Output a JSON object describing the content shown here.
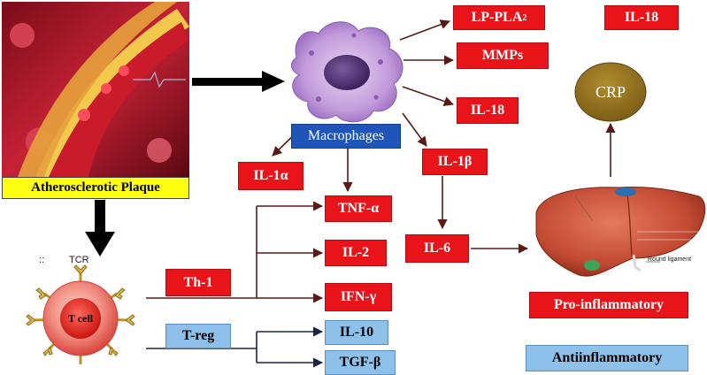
{
  "plaque": {
    "label": "Atherosclerotic Plaque"
  },
  "macrophage": {
    "label": "Macrophages"
  },
  "tcell": {
    "label": "T cell",
    "receptor_label": "TCR",
    "stray_mark": "::"
  },
  "liver": {
    "ligament_label": "Round ligament"
  },
  "crp": {
    "label": "CRP"
  },
  "mediators": {
    "lppla2": "LP-PLA",
    "lppla2_sub": "2",
    "il18_top": "IL-18",
    "mmps": "MMPs",
    "il18": "IL-18",
    "il1a": "IL-1α",
    "il1b": "IL-1β",
    "tnfa": "TNF-α",
    "il2": "IL-2",
    "ifng": "IFN-γ",
    "il6": "IL-6",
    "il10": "IL-10",
    "tgfb": "TGF-β"
  },
  "subsets": {
    "th1": "Th-1",
    "treg": "T-reg"
  },
  "categories": {
    "pro": "Pro-inflammatory",
    "anti": "Antiinflammatory"
  },
  "colors": {
    "red": "#e8141a",
    "blue": "#8ec1ea",
    "macrophage": "#1f55b8",
    "crp": "#8b6a1c",
    "yellow": "#ffff11"
  }
}
